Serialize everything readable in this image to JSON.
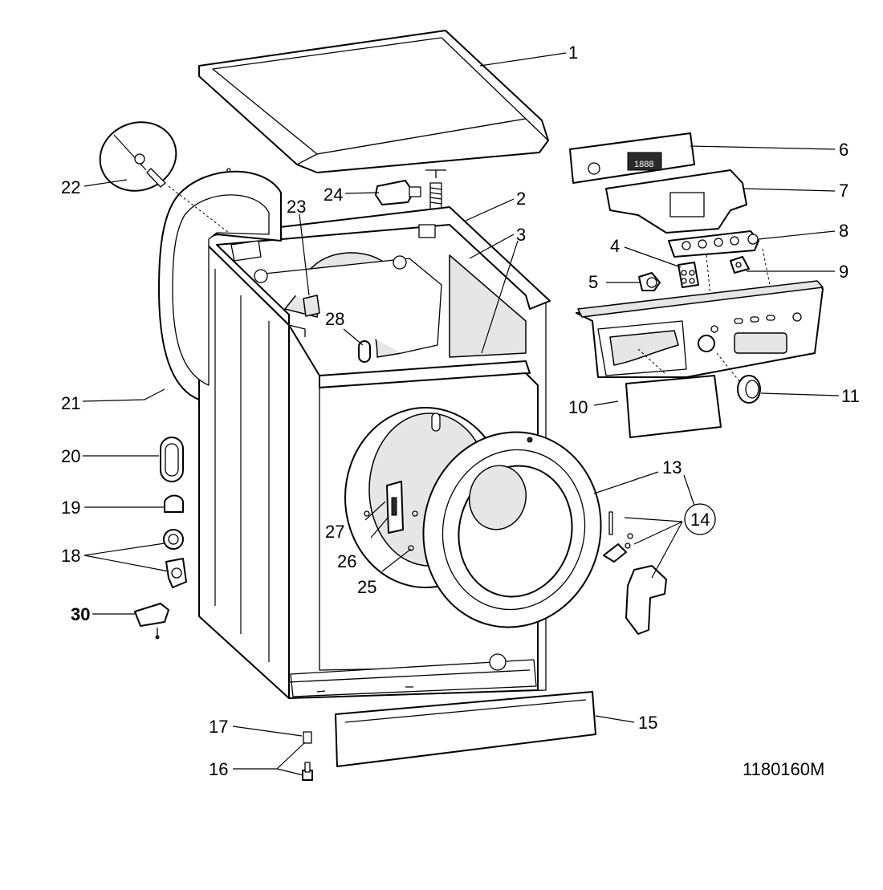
{
  "diagram": {
    "drawing_code": "1180160M",
    "callouts": {
      "c1": "1",
      "c2": "2",
      "c3": "3",
      "c4": "4",
      "c5": "5",
      "c6": "6",
      "c7": "7",
      "c8": "8",
      "c9": "9",
      "c10": "10",
      "c11": "11",
      "c13": "13",
      "c14": "14",
      "c15": "15",
      "c16": "16",
      "c17": "17",
      "c18": "18",
      "c19": "19",
      "c20": "20",
      "c21": "21",
      "c22": "22",
      "c23": "23",
      "c24": "24",
      "c25": "25",
      "c26": "26",
      "c27": "27",
      "c28": "28",
      "c30": "30"
    },
    "display_readout": "1888"
  }
}
